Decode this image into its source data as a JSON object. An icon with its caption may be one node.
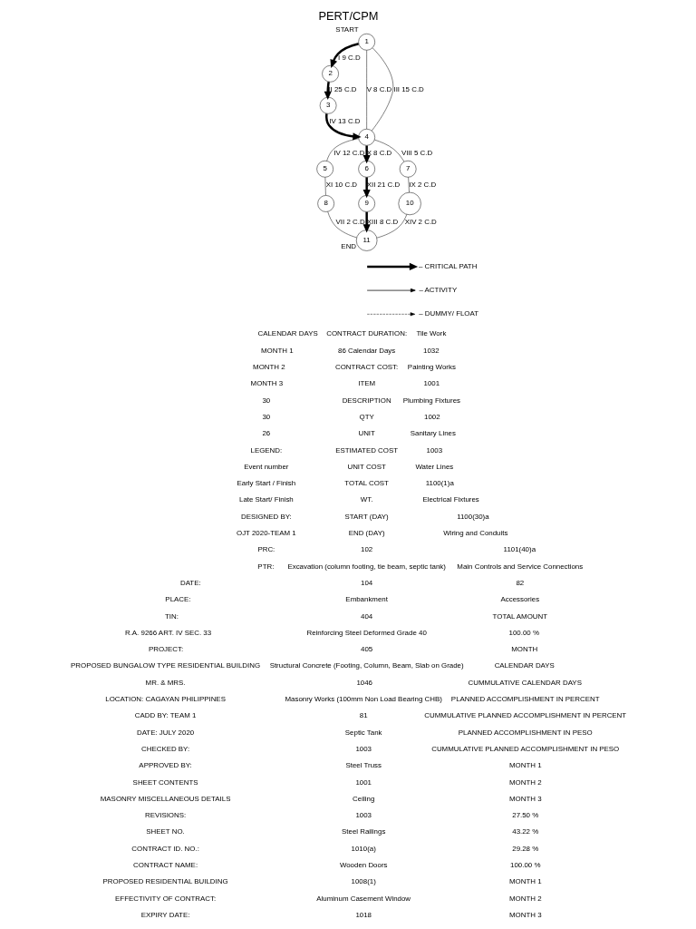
{
  "diagram": {
    "title": "PERT/CPM",
    "nodes": [
      {
        "text": [
          "1"
        ],
        "beside": [
          "START"
        ]
      },
      {
        "text": [
          "2"
        ]
      },
      {
        "text": [
          "3"
        ]
      },
      {
        "text": [
          "4"
        ]
      },
      {
        "text": [
          "5"
        ]
      },
      {
        "text": [
          "6"
        ]
      },
      {
        "text": [
          "7"
        ]
      },
      {
        "text": [
          "8"
        ]
      },
      {
        "text": [
          "9"
        ]
      },
      {
        "text": [
          "10"
        ]
      },
      {
        "text": [
          "11"
        ],
        "beside": [
          "END"
        ]
      }
    ],
    "edges": [
      {
        "from": 0,
        "to": 1,
        "arrow": "to",
        "label": "I 9 C.D",
        "style": "thick"
      },
      {
        "from": 1,
        "to": 2,
        "arrow": "to",
        "label": "II 25 C.D",
        "style": "thick"
      },
      {
        "from": 2,
        "to": 3,
        "arrow": "to",
        "label": "IV 13 C.D",
        "style": "thick"
      },
      {
        "from": 0,
        "to": 3,
        "arrow": "none",
        "label": "V 8 C.D"
      },
      {
        "from": 0,
        "to": 3,
        "arrow": "none",
        "label": "III 15 C.D"
      },
      {
        "from": 3,
        "to": 4,
        "arrow": "none",
        "label": "IV 12 C.D"
      },
      {
        "from": 3,
        "to": 5,
        "arrow": "to",
        "label": "X 8 C.D",
        "style": "thick"
      },
      {
        "from": 3,
        "to": 6,
        "arrow": "none",
        "label": "VIII 5 C.D"
      },
      {
        "from": 4,
        "to": 7,
        "arrow": "none",
        "label": "XI 10 C.D"
      },
      {
        "from": 5,
        "to": 8,
        "arrow": "to",
        "label": "XII 21 C.D",
        "style": "thick"
      },
      {
        "from": 6,
        "to": 9,
        "arrow": "none",
        "label": "IX 2 C.D"
      },
      {
        "from": 7,
        "to": 10,
        "arrow": "none",
        "label": "VII 2 C.D"
      },
      {
        "from": 8,
        "to": 10,
        "arrow": "to",
        "label": "XIII 8 C.D",
        "style": "thick"
      },
      {
        "from": 9,
        "to": 10,
        "arrow": "none",
        "label": "XIV 2 C.D"
      }
    ],
    "labels": [
      "CALENDAR DAYS",
      "MONTH 1",
      "MONTH 2",
      "MONTH 3",
      "30",
      "30",
      "26",
      "LEGEND:",
      "Event number",
      "Early Start / Finish",
      "Late Start/ Finish",
      "DESIGNED BY:",
      "OJT 2020-TEAM 1",
      "PRC:",
      "PTR:",
      "DATE:",
      "PLACE:",
      "TIN:",
      "R.A. 9266 ART. IV SEC. 33",
      "PROJECT:",
      "PROPOSED BUNGALOW TYPE RESIDENTIAL BUILDING",
      "MR. & MRS.",
      "LOCATION: CAGAYAN PHILIPPINES",
      "CADD BY: TEAM 1",
      "DATE: JULY 2020",
      "CHECKED BY:",
      "APPROVED BY:",
      "SHEET CONTENTS",
      "MASONRY MISCELLANEOUS DETAILS",
      "REVISIONS:",
      "SHEET NO.",
      "CONTRACT ID. NO.:",
      "CONTRACT NAME:",
      "PROPOSED RESIDENTIAL BUILDING",
      "EFFECTIVITY OF CONTRACT:",
      "EXPIRY DATE:",
      "CONTRACT DURATION:",
      "86 Calendar Days",
      "CONTRACT COST:",
      "ITEM",
      "DESCRIPTION",
      "QTY",
      "UNIT",
      "ESTIMATED COST",
      "UNIT COST",
      "TOTAL COST",
      "WT.",
      "START (DAY)",
      "END (DAY)",
      "102",
      "Excavation (column footing, tie beam, septic tank)",
      "104",
      "Embankment",
      "404",
      "Reinforcing Steel Deformed Grade 40",
      "405",
      "Structural Concrete (Footing, Column, Beam, Slab on Grade)",
      "1046",
      "Masonry Works (100mm Non Load Bearing CHB)",
      "81",
      "Septic Tank",
      "1003",
      "Steel Truss",
      "1001",
      "Ceiling",
      "1003",
      "Steel Railings",
      "1010(a)",
      "Wooden Doors",
      "1008(1)",
      "Aluminum Casement Window",
      "1018",
      "Tile Work",
      "1032",
      "Painting Works",
      "1001",
      "Plumbing Fixtures",
      "1002",
      "Sanitary Lines",
      "1003",
      "Water Lines",
      "1100(1)a",
      "Electrical Fixtures",
      "1100(30)a",
      "Wiring and Conduits",
      "1101(40)a",
      "Main Controls and Service Connections",
      "82",
      "Accessories",
      "TOTAL AMOUNT",
      "100.00 %",
      "MONTH",
      "CALENDAR DAYS",
      "CUMMULATIVE CALENDAR DAYS",
      "PLANNED ACCOMPLISHMENT IN PERCENT",
      "CUMMULATIVE PLANNED ACCOMPLISHMENT IN PERCENT",
      "PLANNED ACCOMPLISHMENT IN PESO",
      "CUMMULATIVE PLANNED ACCOMPLISHMENT IN PESO",
      "MONTH 1",
      "MONTH 2",
      "MONTH 3",
      "27.50 %",
      "43.22 %",
      "29.28 %",
      "100.00 %",
      "MONTH 1",
      "MONTH 2",
      "MONTH 3"
    ],
    "legend": [
      {
        "text": "– CRITICAL PATH"
      },
      {
        "text": "– ACTIVITY"
      },
      {
        "text": "– DUMMY/ FLOAT"
      }
    ]
  }
}
